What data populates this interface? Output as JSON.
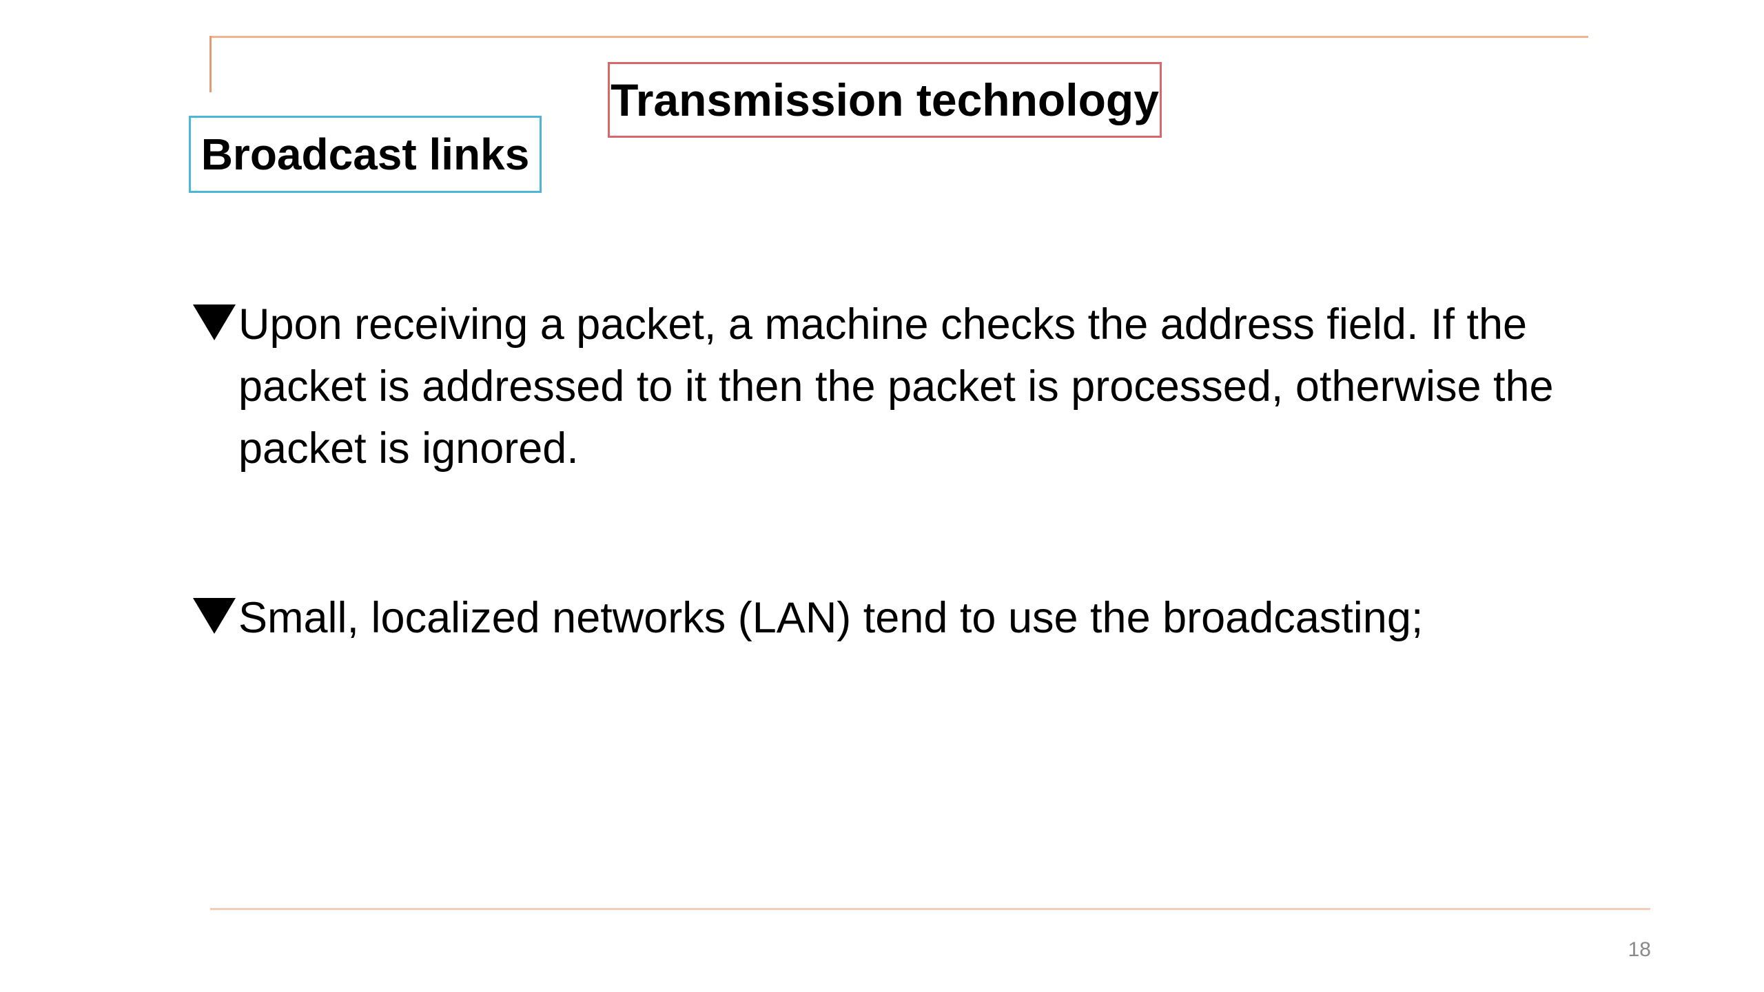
{
  "slide": {
    "title": "Transmission technology",
    "subtitle": "Broadcast links",
    "bullets": [
      {
        "marker_icon": "triangle-down-icon",
        "text": "Upon receiving a packet, a machine checks the address field. If the packet is addressed to it then the packet is processed, otherwise the packet is ignored."
      },
      {
        "marker_icon": "triangle-down-icon",
        "text": "Small, localized networks (LAN) tend to use the broadcasting;"
      }
    ],
    "page_number": "18"
  },
  "colors": {
    "title_border": "#d9666b",
    "subtitle_border": "#4bb6d6",
    "accent_rule": "#f1b38f",
    "page_number": "#8a8a8a"
  }
}
